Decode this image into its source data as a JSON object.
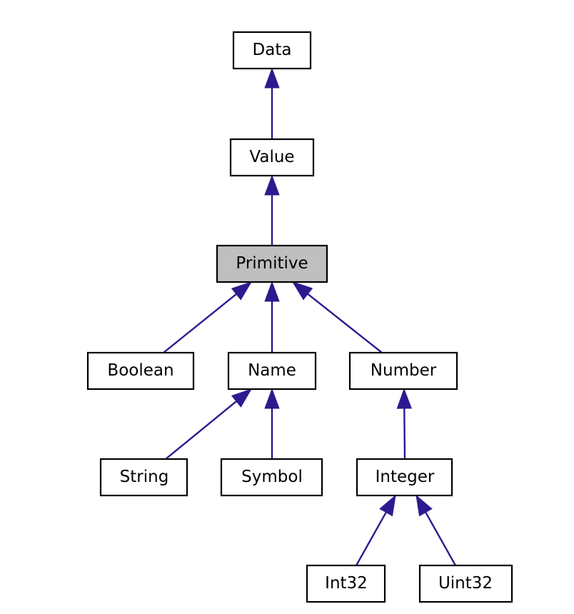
{
  "diagram": {
    "type": "class-inheritance-graph",
    "colors": {
      "edge": "#2e1a8f",
      "node_border": "#000000",
      "node_fill": "#ffffff",
      "highlight_fill": "#bfbfbf"
    },
    "highlighted": "primitive",
    "nodes": [
      {
        "id": "data",
        "label": "Data"
      },
      {
        "id": "value",
        "label": "Value"
      },
      {
        "id": "primitive",
        "label": "Primitive"
      },
      {
        "id": "boolean",
        "label": "Boolean"
      },
      {
        "id": "name",
        "label": "Name"
      },
      {
        "id": "number",
        "label": "Number"
      },
      {
        "id": "string",
        "label": "String"
      },
      {
        "id": "symbol",
        "label": "Symbol"
      },
      {
        "id": "integer",
        "label": "Integer"
      },
      {
        "id": "int32",
        "label": "Int32"
      },
      {
        "id": "uint32",
        "label": "Uint32"
      }
    ],
    "edges": [
      {
        "from": "value",
        "to": "data"
      },
      {
        "from": "primitive",
        "to": "value"
      },
      {
        "from": "boolean",
        "to": "primitive"
      },
      {
        "from": "name",
        "to": "primitive"
      },
      {
        "from": "number",
        "to": "primitive"
      },
      {
        "from": "string",
        "to": "name"
      },
      {
        "from": "symbol",
        "to": "name"
      },
      {
        "from": "integer",
        "to": "number"
      },
      {
        "from": "int32",
        "to": "integer"
      },
      {
        "from": "uint32",
        "to": "integer"
      }
    ]
  }
}
